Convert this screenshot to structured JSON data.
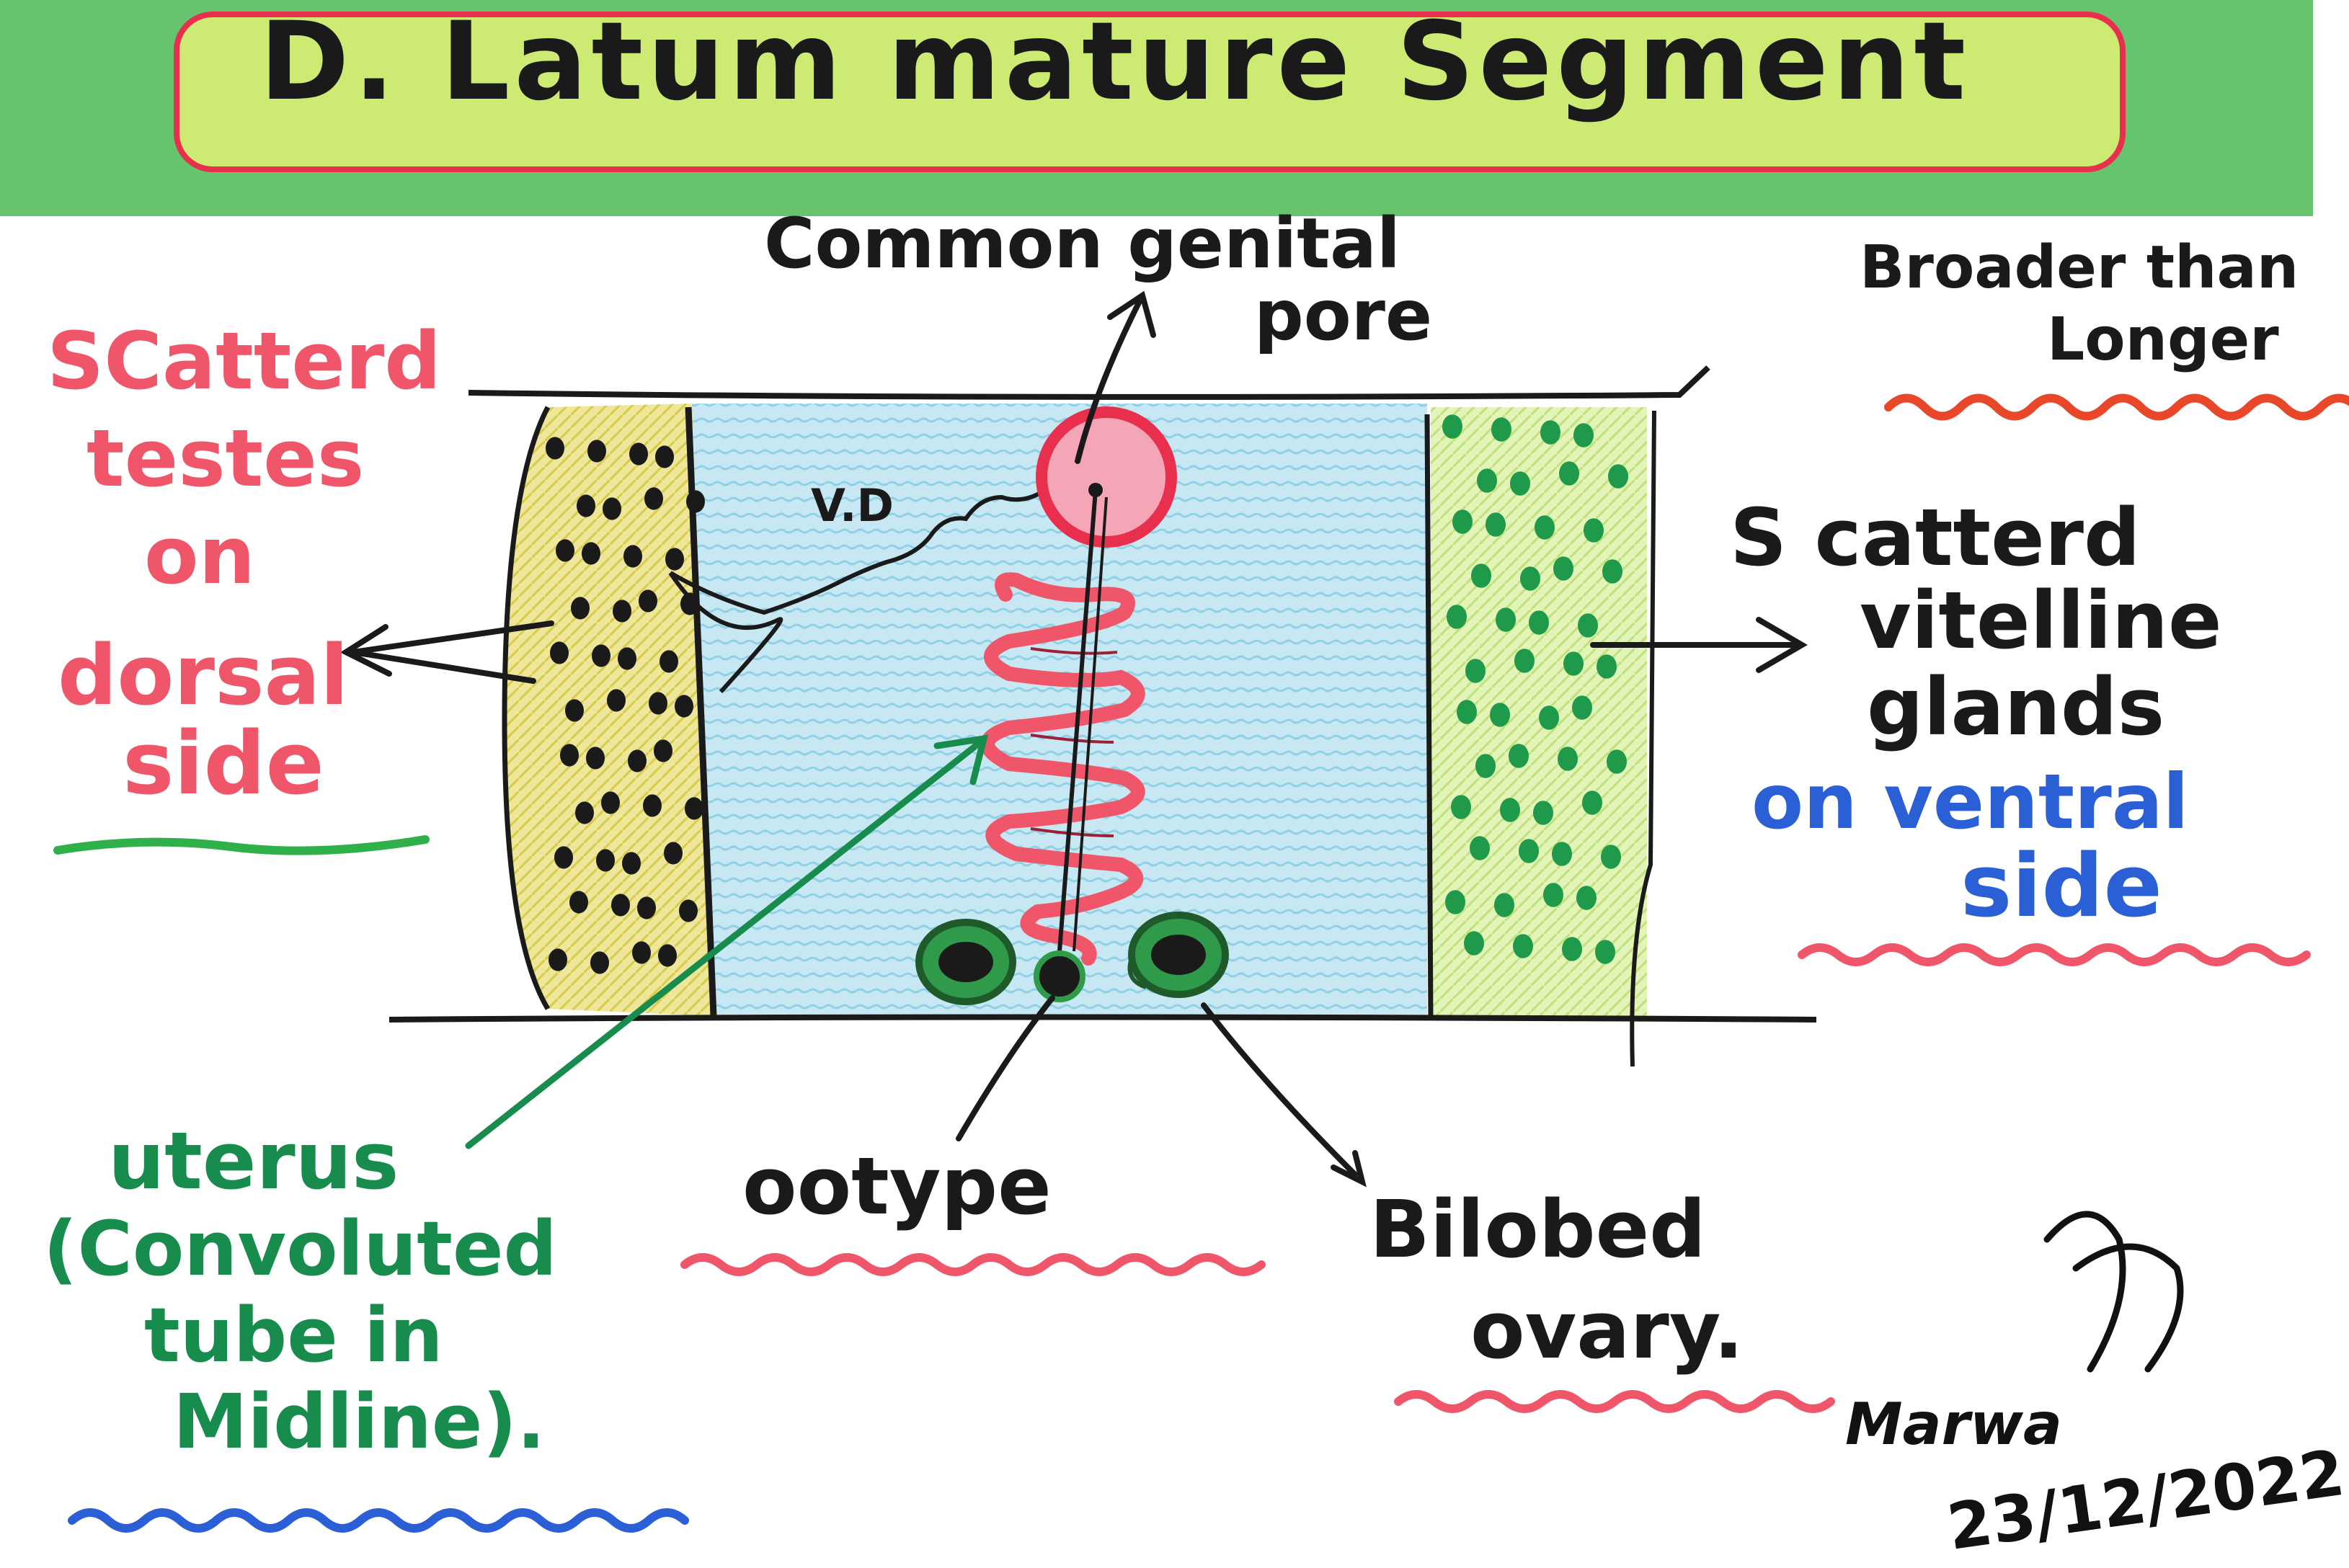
{
  "title": "D. Latum mature Segment",
  "labels": {
    "genital_pore_1": "Common genital",
    "genital_pore_2": "pore",
    "shape_1": "Broader than",
    "shape_2": "Longer",
    "testes_1": "SCatterd",
    "testes_2": "testes",
    "testes_3": "on",
    "testes_4": "dorsal",
    "testes_5": "side",
    "vd": "V.D",
    "vitelline_1": "S catterd",
    "vitelline_2": "vitelline",
    "vitelline_3": "glands",
    "vitelline_4": "on ventral",
    "vitelline_5": "side",
    "uterus_1": "uterus",
    "uterus_2": "(Convoluted",
    "uterus_3": "tube in",
    "uterus_4": "Midline).",
    "ootype": "ootype",
    "ovary_1": "Bilobed",
    "ovary_2": "ovary."
  },
  "signature": {
    "name": "Marwa",
    "date": "23/12/2022"
  },
  "colors": {
    "title_band": "#c8e86a",
    "title_frame": "#e8304e",
    "title_border_green": "#3fae4c",
    "testes_zone": "#e8e07a",
    "middle_zone": "#bfe4ee",
    "vitelline_zone": "#d8f0a8",
    "testes_dot": "#1a1a1a",
    "vitelline_dot": "#1f9a4a",
    "uterus": "#f0566a",
    "ovary": "#1f7a3a",
    "pointer_green": "#178c4c"
  }
}
